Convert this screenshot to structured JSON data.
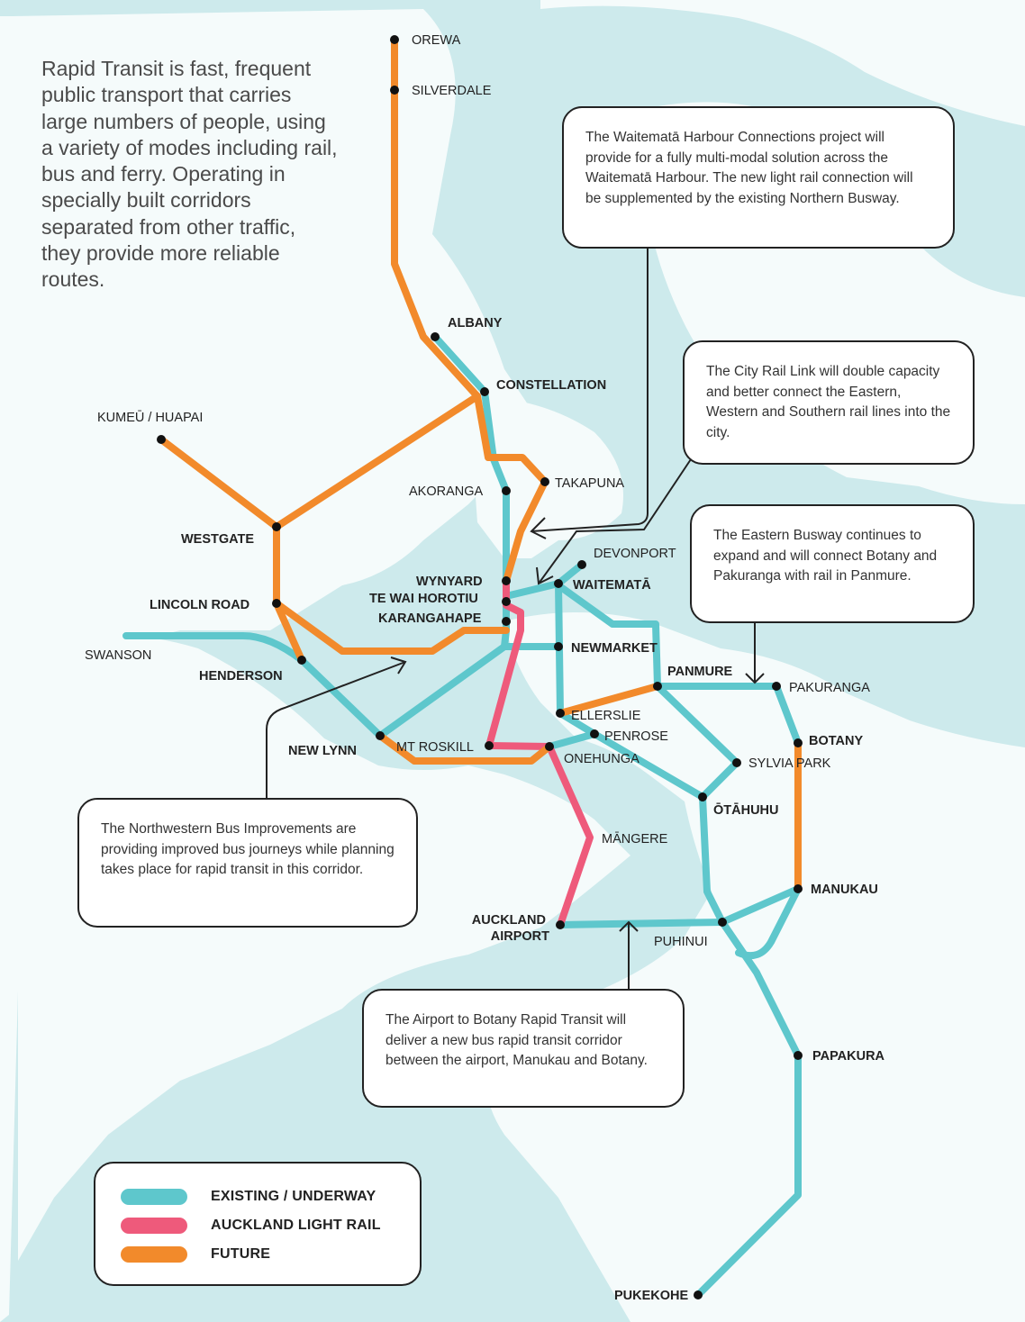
{
  "intro_text": "Rapid Transit is fast, frequent public transport that carries large numbers of people, using a variety of modes including rail, bus and ferry. Operating in specially built corridors separated from other traffic, they provide more reliable routes.",
  "colors": {
    "sea": "#cdeaec",
    "land": "#f5fbfb",
    "existing": "#5ec7cc",
    "light_rail": "#ee5a7b",
    "future": "#f28a2b",
    "station": "#111111"
  },
  "callouts": {
    "harbour": "The Waitematā Harbour Connections project will provide for a fully multi-modal solution across the Waitematā Harbour. The new light rail connection will be supplemented by the existing Northern Busway.",
    "crl": "The City Rail Link will double capacity and better connect the Eastern, Western and Southern rail lines into the city.",
    "eastern": "The Eastern Busway continues to expand and will connect Botany and Pakuranga with rail in Panmure.",
    "northwestern": "The Northwestern Bus Improvements are providing improved bus journeys while planning takes place for rapid transit in this corridor.",
    "airport": "The Airport to Botany Rapid Transit will deliver a new bus rapid transit corridor between the airport, Manukau and Botany."
  },
  "legend": {
    "existing": "EXISTING / UNDERWAY",
    "light_rail": "AUCKLAND LIGHT RAIL",
    "future": "FUTURE"
  },
  "stations": {
    "orewa": "OREWA",
    "silverdale": "SILVERDALE",
    "albany": "ALBANY",
    "constellation": "CONSTELLATION",
    "kumeu": "KUMEŪ / HUAPAI",
    "akoranga": "AKORANGA",
    "takapuna": "TAKAPUNA",
    "westgate": "WESTGATE",
    "devonport": "DEVONPORT",
    "wynyard": "WYNYARD",
    "waitemata": "WAITEMATĀ",
    "te_wai_horotiu": "TE WAI HOROTIU",
    "karangahape": "KARANGAHAPE",
    "lincoln_road": "LINCOLN ROAD",
    "swanson": "SWANSON",
    "newmarket": "NEWMARKET",
    "henderson": "HENDERSON",
    "panmure": "PANMURE",
    "pakuranga": "PAKURANGA",
    "ellerslie": "ELLERSLIE",
    "penrose": "PENROSE",
    "botany": "BOTANY",
    "new_lynn": "NEW LYNN",
    "mt_roskill": "MT ROSKILL",
    "onehunga": "ONEHUNGA",
    "sylvia_park": "SYLVIA PARK",
    "otahuhu": "ŌTĀHUHU",
    "mangere": "MĀNGERE",
    "manukau": "MANUKAU",
    "auckland_airport": "AUCKLAND\nAIRPORT",
    "puhinui": "PUHINUI",
    "papakura": "PAPAKURA",
    "pukekohe": "PUKEKOHE"
  }
}
